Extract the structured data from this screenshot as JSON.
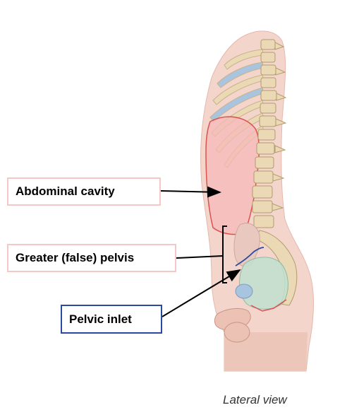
{
  "labels": {
    "abdominal_cavity": "Abdominal cavity",
    "greater_pelvis": "Greater (false) pelvis",
    "pelvic_inlet": "Pelvic inlet"
  },
  "caption": "Lateral view",
  "colors": {
    "skin": "#f3d5cc",
    "abdominal_cavity_fill": "#f6b8b8",
    "abdominal_cavity_outline": "#d9534f",
    "pelvic_cavity_fill": "#bfe0cf",
    "pelvic_inlet_outline": "#2c4a9c",
    "bone": "#ead9b4",
    "cartilage": "#a9c4df",
    "label_border_pink": "#f2c9c7",
    "label_border_blue": "#2c4a9c"
  }
}
